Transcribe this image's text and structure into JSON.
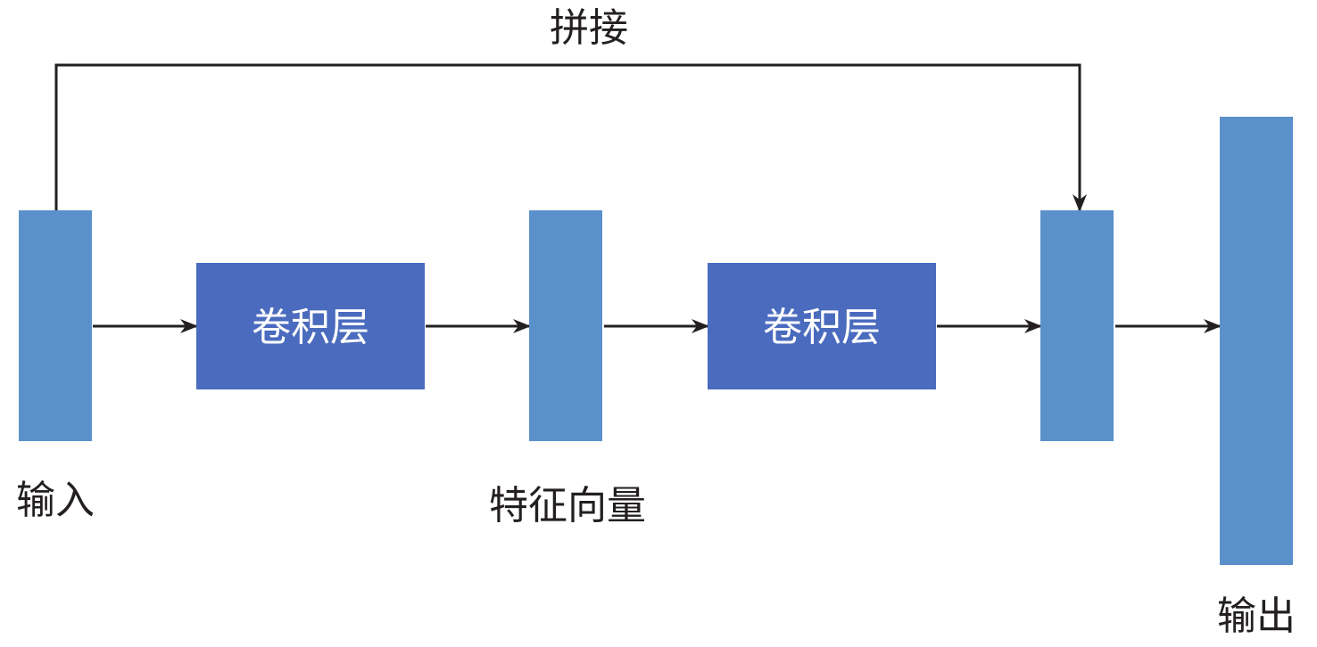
{
  "diagram": {
    "labels": {
      "concat": "拼接",
      "input": "输入",
      "feature_vector": "特征向量",
      "output": "输出"
    },
    "conv_layers": [
      {
        "label": "卷积层"
      },
      {
        "label": "卷积层"
      }
    ],
    "colors": {
      "vector_bar": "#5b91cb",
      "conv_box": "#4a6bbe",
      "arrow": "#231f20"
    }
  }
}
